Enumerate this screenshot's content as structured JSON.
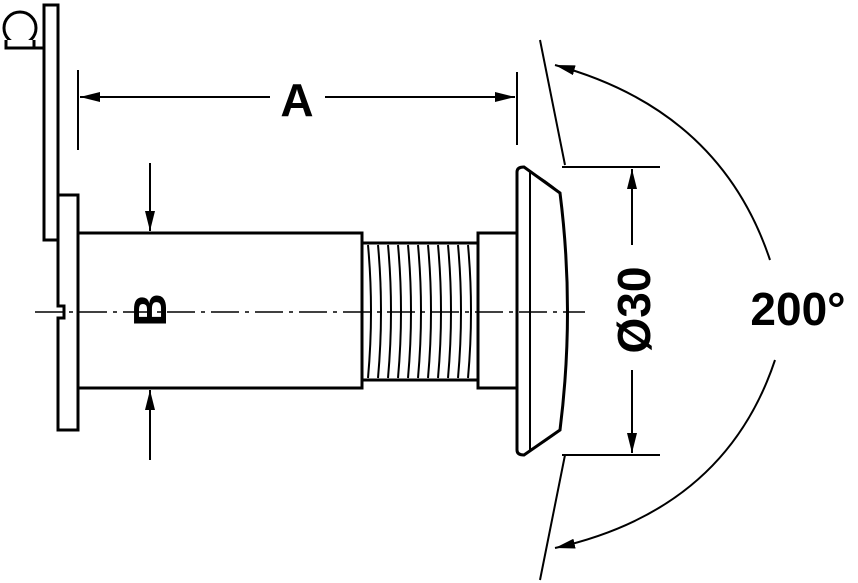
{
  "drawing": {
    "dimension_a_label": "A",
    "dimension_b_label": "B",
    "diameter_label": "Ø30",
    "angle_label": "200°",
    "line_color": "#000000",
    "background_color": "#ffffff"
  }
}
